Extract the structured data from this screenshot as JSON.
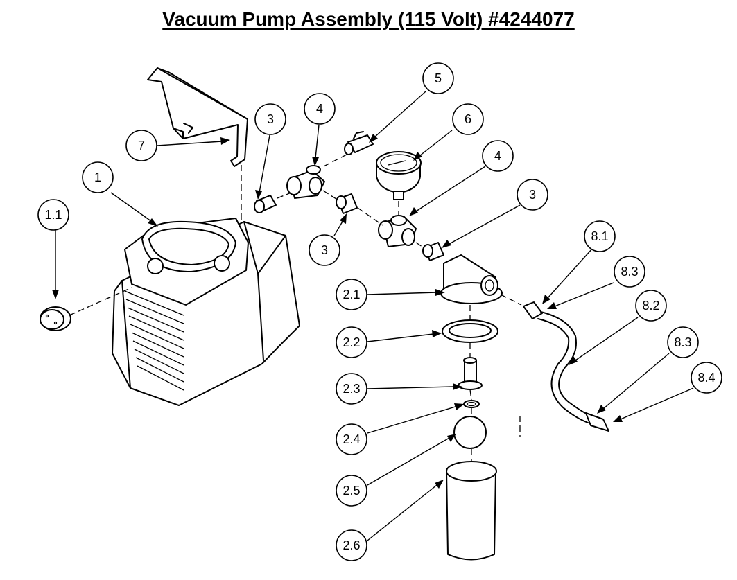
{
  "title": "Vacuum Pump Assembly (115 Volt) #4244077",
  "callouts": [
    "1",
    "1.1",
    "2.1",
    "2.2",
    "2.3",
    "2.4",
    "2.5",
    "2.6",
    "3",
    "3",
    "3",
    "4",
    "4",
    "5",
    "6",
    "7",
    "8.1",
    "8.2",
    "8.3",
    "8.3",
    "8.4"
  ]
}
